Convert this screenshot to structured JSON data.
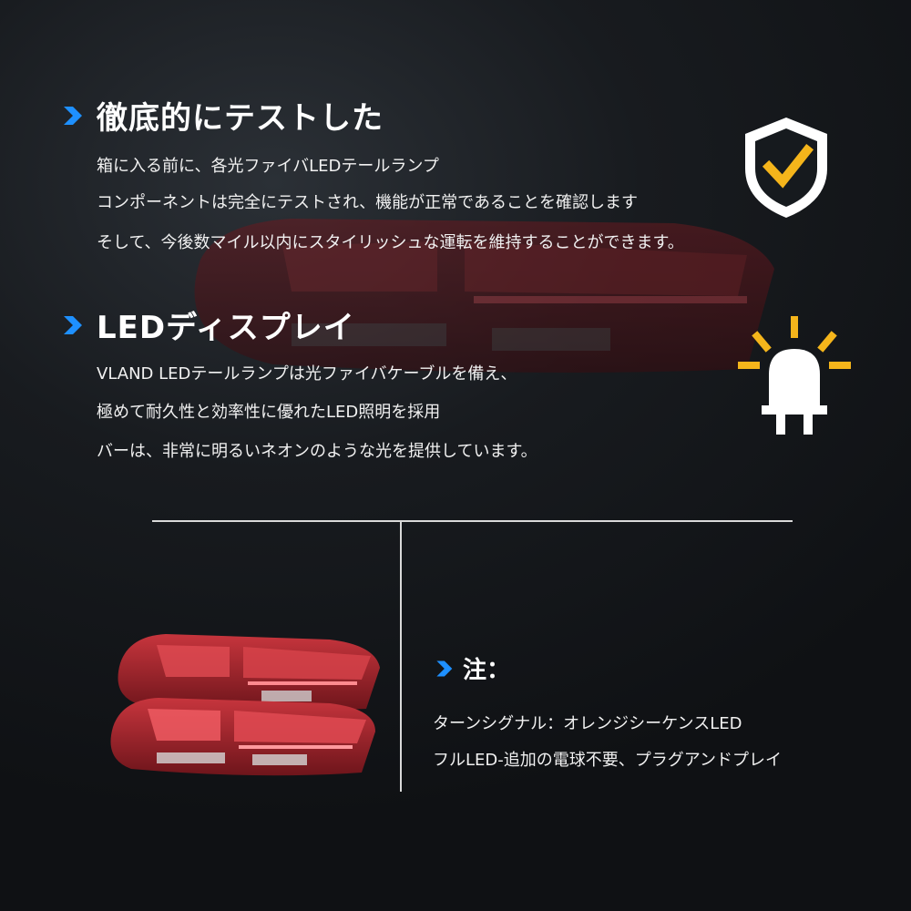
{
  "section1": {
    "title": "徹底的にテストした",
    "lines": [
      "箱に入る前に、各光ファイバLEDテールランプ",
      "コンポーネントは完全にテストされ、機能が正常であることを確認します",
      "そして、今後数マイル以内にスタイリッシュな運転を維持することができます。"
    ]
  },
  "section2": {
    "title": "LEDディスプレイ",
    "lines": [
      "VLAND LEDテールランプは光ファイバケーブルを備え、",
      "極めて耐久性と効率性に優れたLED照明を採用",
      "バーは、非常に明るいネオンのような光を提供しています。"
    ]
  },
  "note": {
    "title": "注：",
    "lines": [
      "ターンシグナル：オレンジシーケンスLED",
      "フルLED-追加の電球不要、プラグアンドプレイ"
    ]
  },
  "icons": {
    "chevron": "chevron-right-icon",
    "shield": "shield-check-icon",
    "bulb": "led-bulb-icon"
  },
  "colors": {
    "accent_blue": "#1e90ff",
    "icon_yellow": "#f5b51b",
    "lamp_red": "#b3262e",
    "text": "#ffffff"
  }
}
